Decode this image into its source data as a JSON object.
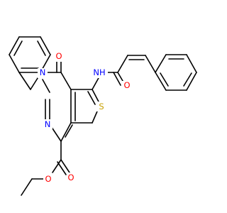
{
  "molecule": {
    "labels": {
      "nh": "NH",
      "o_amide": "O",
      "o_ketone": "O",
      "s_thiophene": "S",
      "n_ring_top": "N",
      "n_ring_bottom": "N",
      "o_ester_carbonyl": "O",
      "o_ester_ether": "O"
    },
    "colors": {
      "bond": "#000000",
      "oxygen": "#ff0000",
      "nitrogen": "#0000ff",
      "sulfur": "#c8a000"
    }
  }
}
